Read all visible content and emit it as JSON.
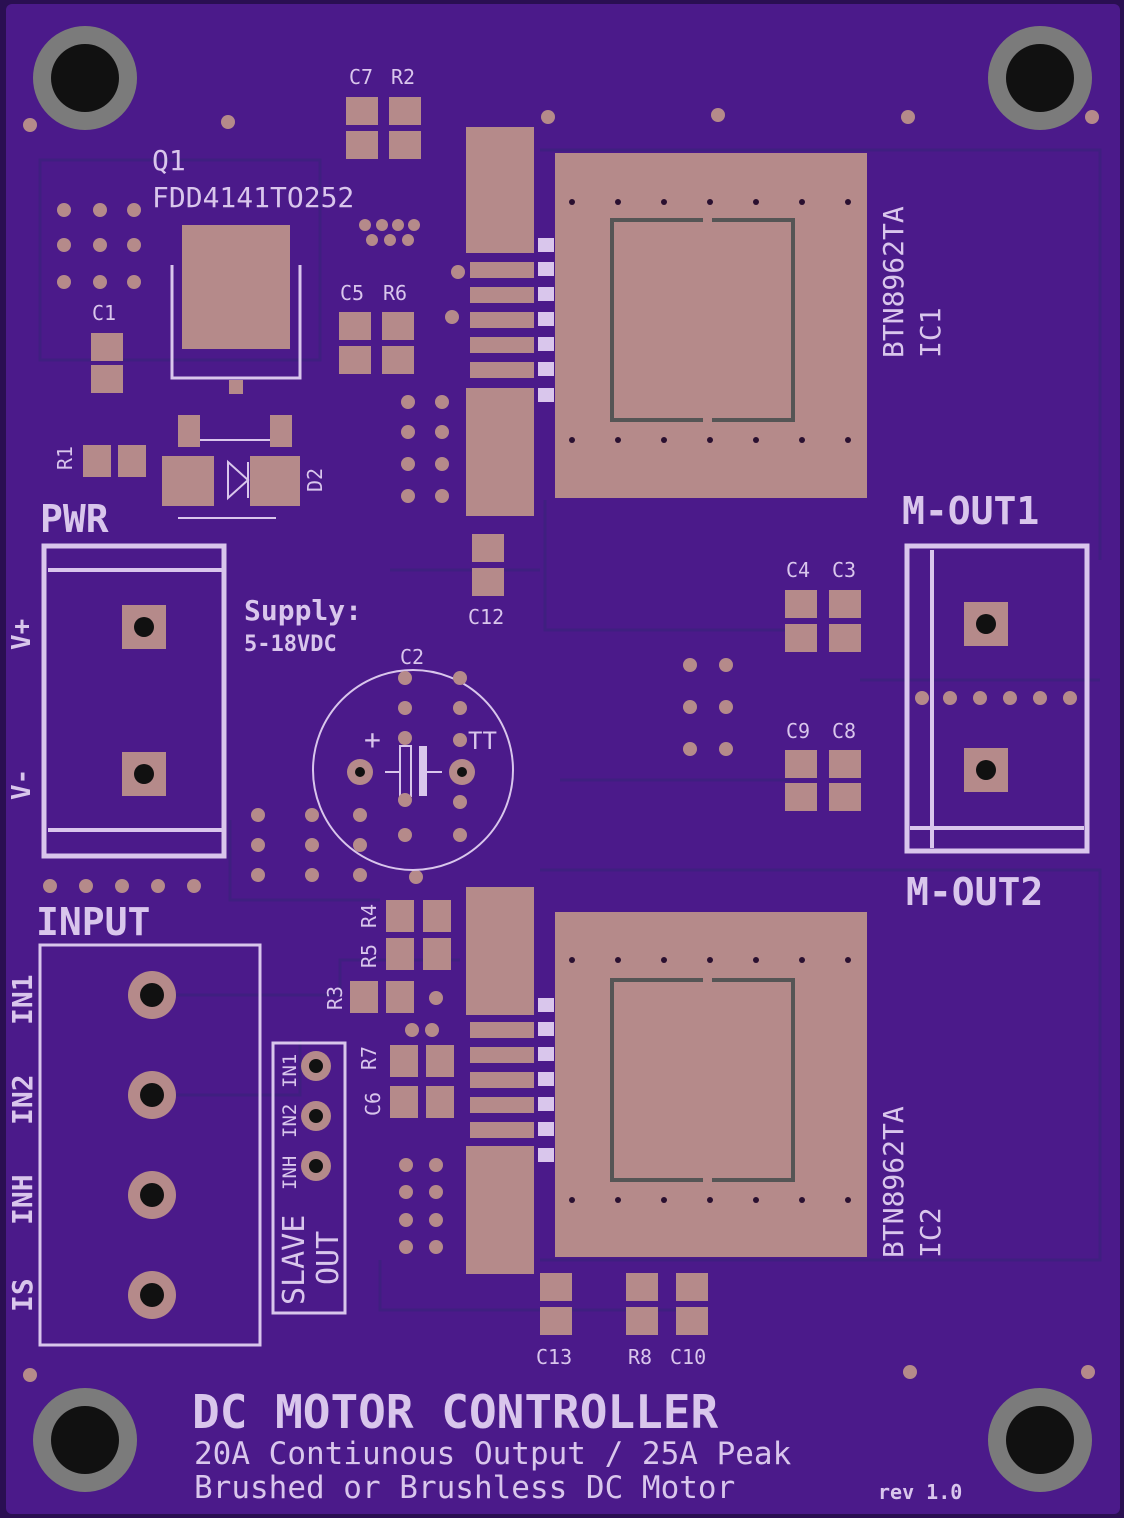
{
  "colors": {
    "board": "#4b1a8a",
    "silkscreen": "#d9c6ec",
    "copper": "#b58a8a",
    "mount_ring": "#7b7b7b",
    "drill": "#111111"
  },
  "labels": {
    "q1": "Q1",
    "q1_part": "FDD4141TO252",
    "c7": "C7",
    "r2": "R2",
    "c5": "C5",
    "r6": "R6",
    "c1": "C1",
    "r1": "R1",
    "d2": "D2",
    "ic1_part": "BTN8962TA",
    "ic1": "IC1",
    "ic2_part": "BTN8962TA",
    "ic2": "IC2",
    "pwr": "PWR",
    "vplus": "V+",
    "vminus": "V-",
    "supply": "Supply:",
    "supply_range": "5-18VDC",
    "c2": "C2",
    "c12": "C12",
    "c4": "C4",
    "c3": "C3",
    "c9": "C9",
    "c8": "C8",
    "m_out1": "M-OUT1",
    "m_out2": "M-OUT2",
    "input": "INPUT",
    "in1": "IN1",
    "in2": "IN2",
    "inh": "INH",
    "is": "IS",
    "r4": "R4",
    "r5": "R5",
    "r3": "R3",
    "r7": "R7",
    "c6": "C6",
    "slave_in1": "IN1",
    "slave_in2": "IN2",
    "slave_inh": "INH",
    "slave": "SLAVE",
    "out": "OUT",
    "c13": "C13",
    "r8": "R8",
    "c10": "C10",
    "title": "DC MOTOR CONTROLLER",
    "subtitle1": "20A Contiunous Output / 25A Peak",
    "subtitle2": "Brushed or Brushless DC Motor",
    "rev": "rev 1.0",
    "cap_plus": "+",
    "cap_tt": "TT"
  }
}
